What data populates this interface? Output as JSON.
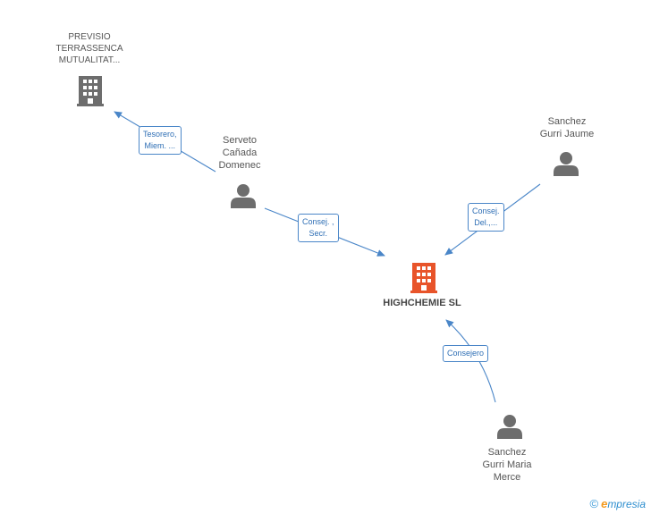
{
  "nodes": {
    "previsio": {
      "lines": [
        "PREVISIO",
        "TERRASSENCA",
        "MUTUALITAT..."
      ],
      "type": "company",
      "color": "#6d6d6d"
    },
    "serveto": {
      "lines": [
        "Serveto",
        "Cañada",
        "Domenec"
      ],
      "type": "person",
      "color": "#6d6d6d"
    },
    "sanchez_jaume": {
      "lines": [
        "Sanchez",
        "Gurri Jaume"
      ],
      "type": "person",
      "color": "#6d6d6d"
    },
    "highchemie": {
      "lines": [
        "HIGHCHEMIE SL"
      ],
      "type": "company",
      "color": "#e8542a"
    },
    "sanchez_maria": {
      "lines": [
        "Sanchez",
        "Gurri Maria",
        "Merce"
      ],
      "type": "person",
      "color": "#6d6d6d"
    }
  },
  "edges": {
    "serveto_previsio": [
      "Tesorero,",
      "Miem. ..."
    ],
    "serveto_highchemie": [
      "Consej. ,",
      "Secr."
    ],
    "jaume_highchemie": [
      "Consej.",
      "Del.,..."
    ],
    "maria_highchemie": [
      "Consejero"
    ]
  },
  "colors": {
    "edge": "#4a86c8"
  },
  "footer": {
    "copyright": "©",
    "brand_initial": "e",
    "brand_rest": "mpresia"
  }
}
